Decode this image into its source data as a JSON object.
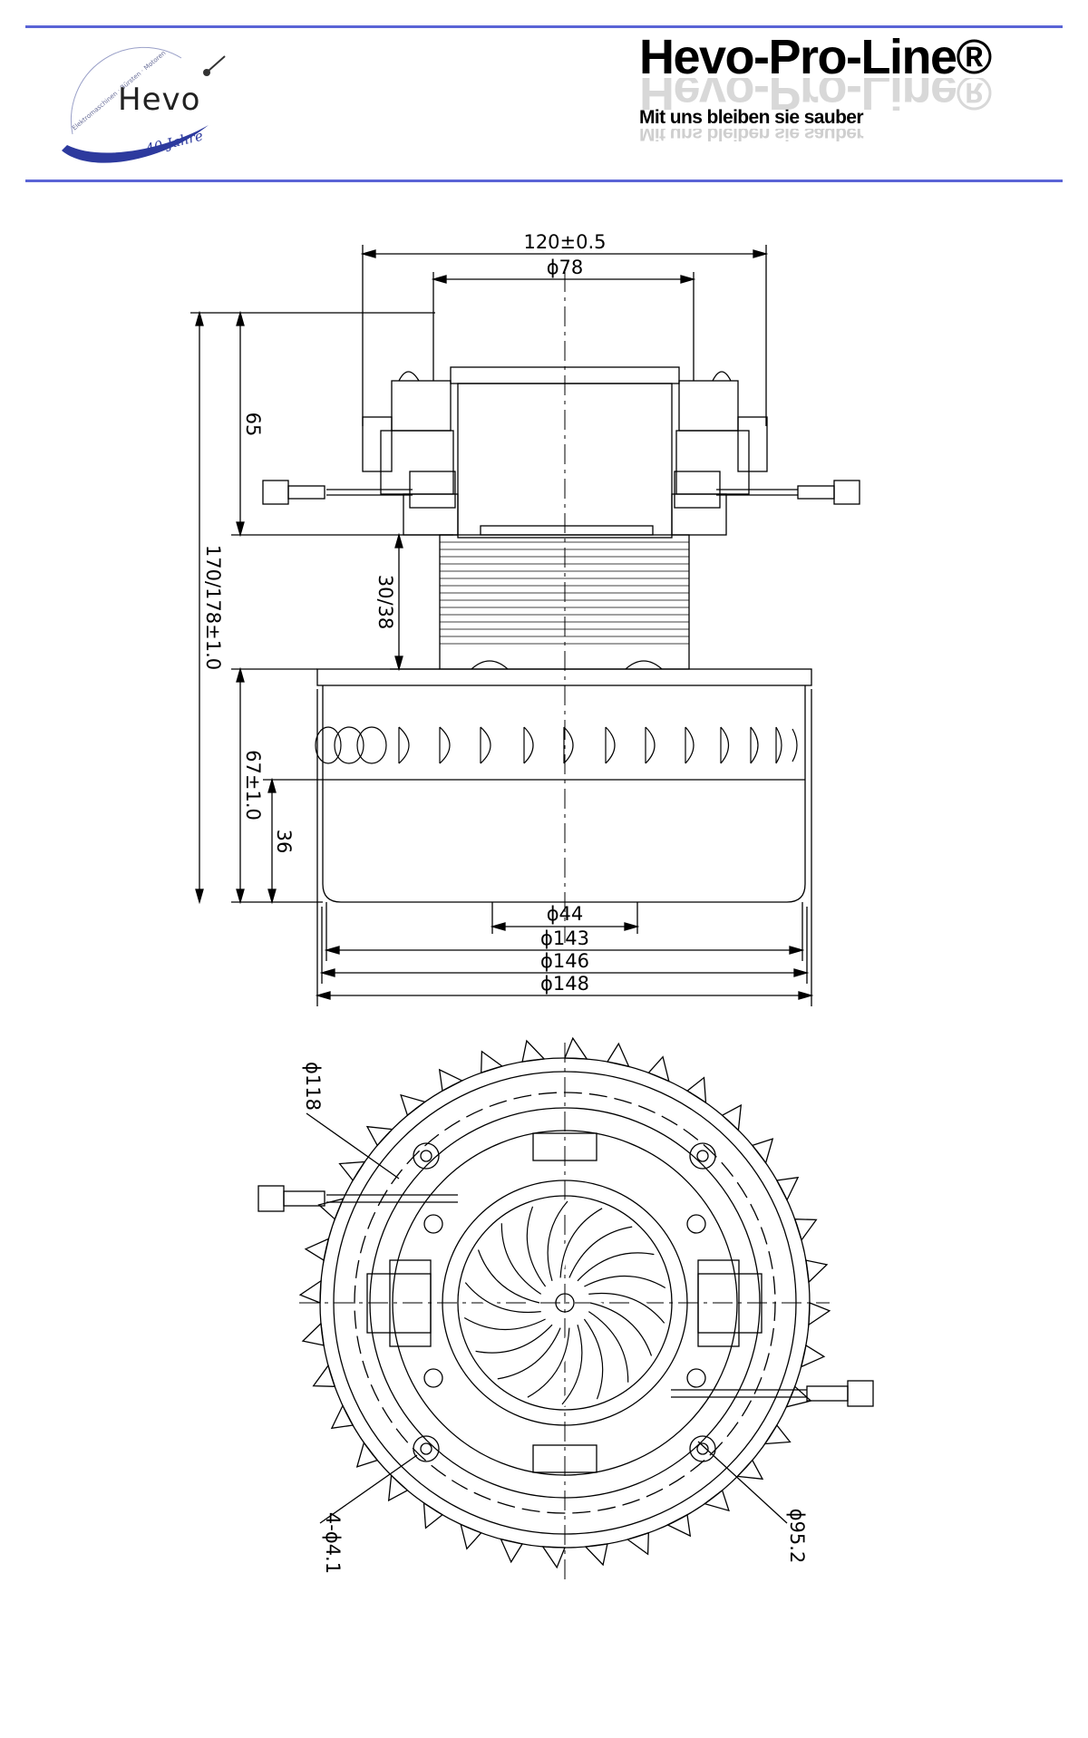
{
  "header": {
    "logo_name": "Hevo",
    "logo_arc_text": "Elektromaschinen · Bürsten · Motoren",
    "logo_years": "40 Jahre",
    "brand_title": "Hevo-Pro-Line®",
    "slogan": "Mit uns bleiben sie sauber"
  },
  "side_view": {
    "dims": {
      "overall_width": "120±0.5",
      "shaft_diameter": "ϕ78",
      "top_height": "65",
      "total_height": "170/178±1.0",
      "stator_height": "30/38",
      "fan_height": "67±1.0",
      "base_height": "36",
      "inlet_diameter": "ϕ44",
      "d143": "ϕ143",
      "d146": "ϕ146",
      "d148": "ϕ148"
    }
  },
  "bottom_view": {
    "dims": {
      "d118": "ϕ118",
      "holes": "4-ϕ4.1",
      "d95": "ϕ95.2"
    }
  },
  "colors": {
    "accent_rule": "#5a64d6",
    "logo_swoosh": "#2d3a9e",
    "line": "#000000"
  }
}
